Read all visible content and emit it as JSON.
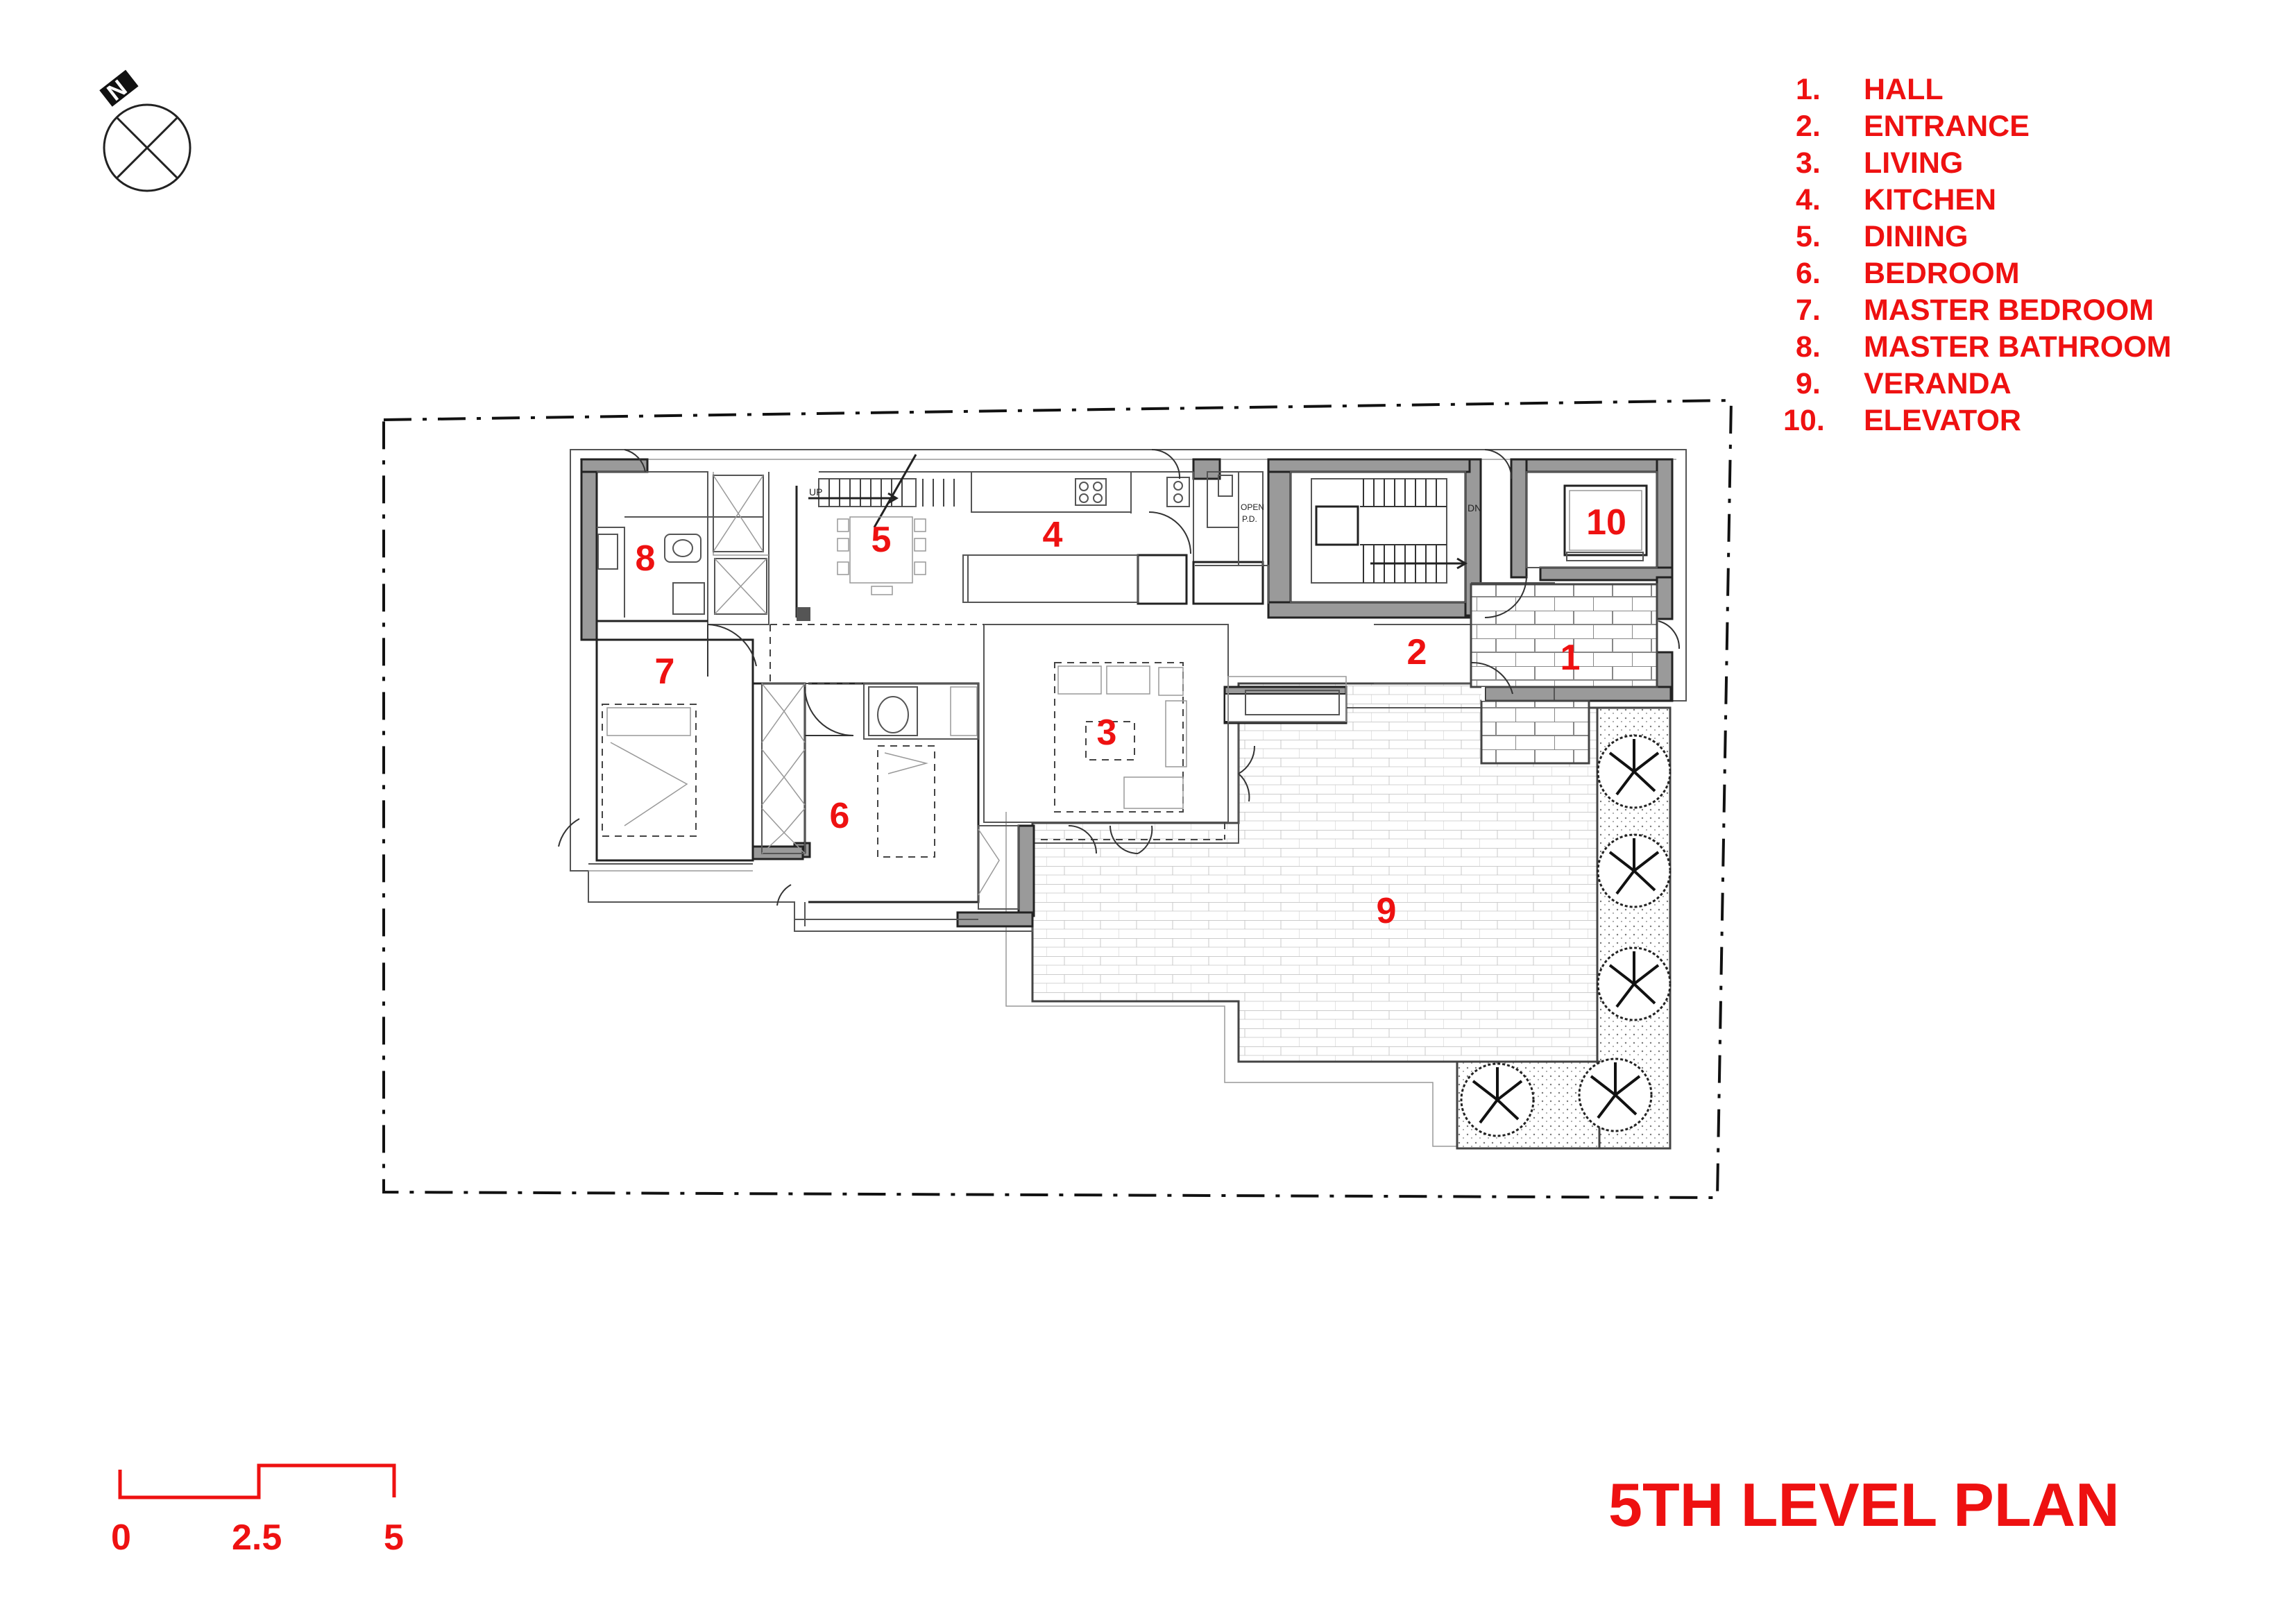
{
  "title": "5TH LEVEL PLAN",
  "north_label": "N",
  "legend": [
    {
      "num": "1.",
      "name": "HALL"
    },
    {
      "num": "2.",
      "name": "ENTRANCE"
    },
    {
      "num": "3.",
      "name": "LIVING"
    },
    {
      "num": "4.",
      "name": "KITCHEN"
    },
    {
      "num": "5.",
      "name": "DINING"
    },
    {
      "num": "6.",
      "name": "BEDROOM"
    },
    {
      "num": "7.",
      "name": "MASTER BEDROOM"
    },
    {
      "num": "8.",
      "name": "MASTER BATHROOM"
    },
    {
      "num": "9.",
      "name": "VERANDA"
    },
    {
      "num": "10.",
      "name": "ELEVATOR"
    }
  ],
  "room_labels": {
    "hall": "1",
    "entrance": "2",
    "living": "3",
    "kitchen": "4",
    "dining": "5",
    "bedroom": "6",
    "master_bedroom": "7",
    "master_bathroom": "8",
    "veranda": "9",
    "elevator": "10"
  },
  "small_text": {
    "stair_up": "UP",
    "stair_down": "DN",
    "open": "OPEN",
    "pd": "P.D."
  },
  "scale_bar": {
    "ticks": [
      "0",
      "2.5",
      "5"
    ]
  },
  "colors": {
    "annotation": "#ee1111",
    "lines": "#222222",
    "walls": "#9a9a9a"
  }
}
